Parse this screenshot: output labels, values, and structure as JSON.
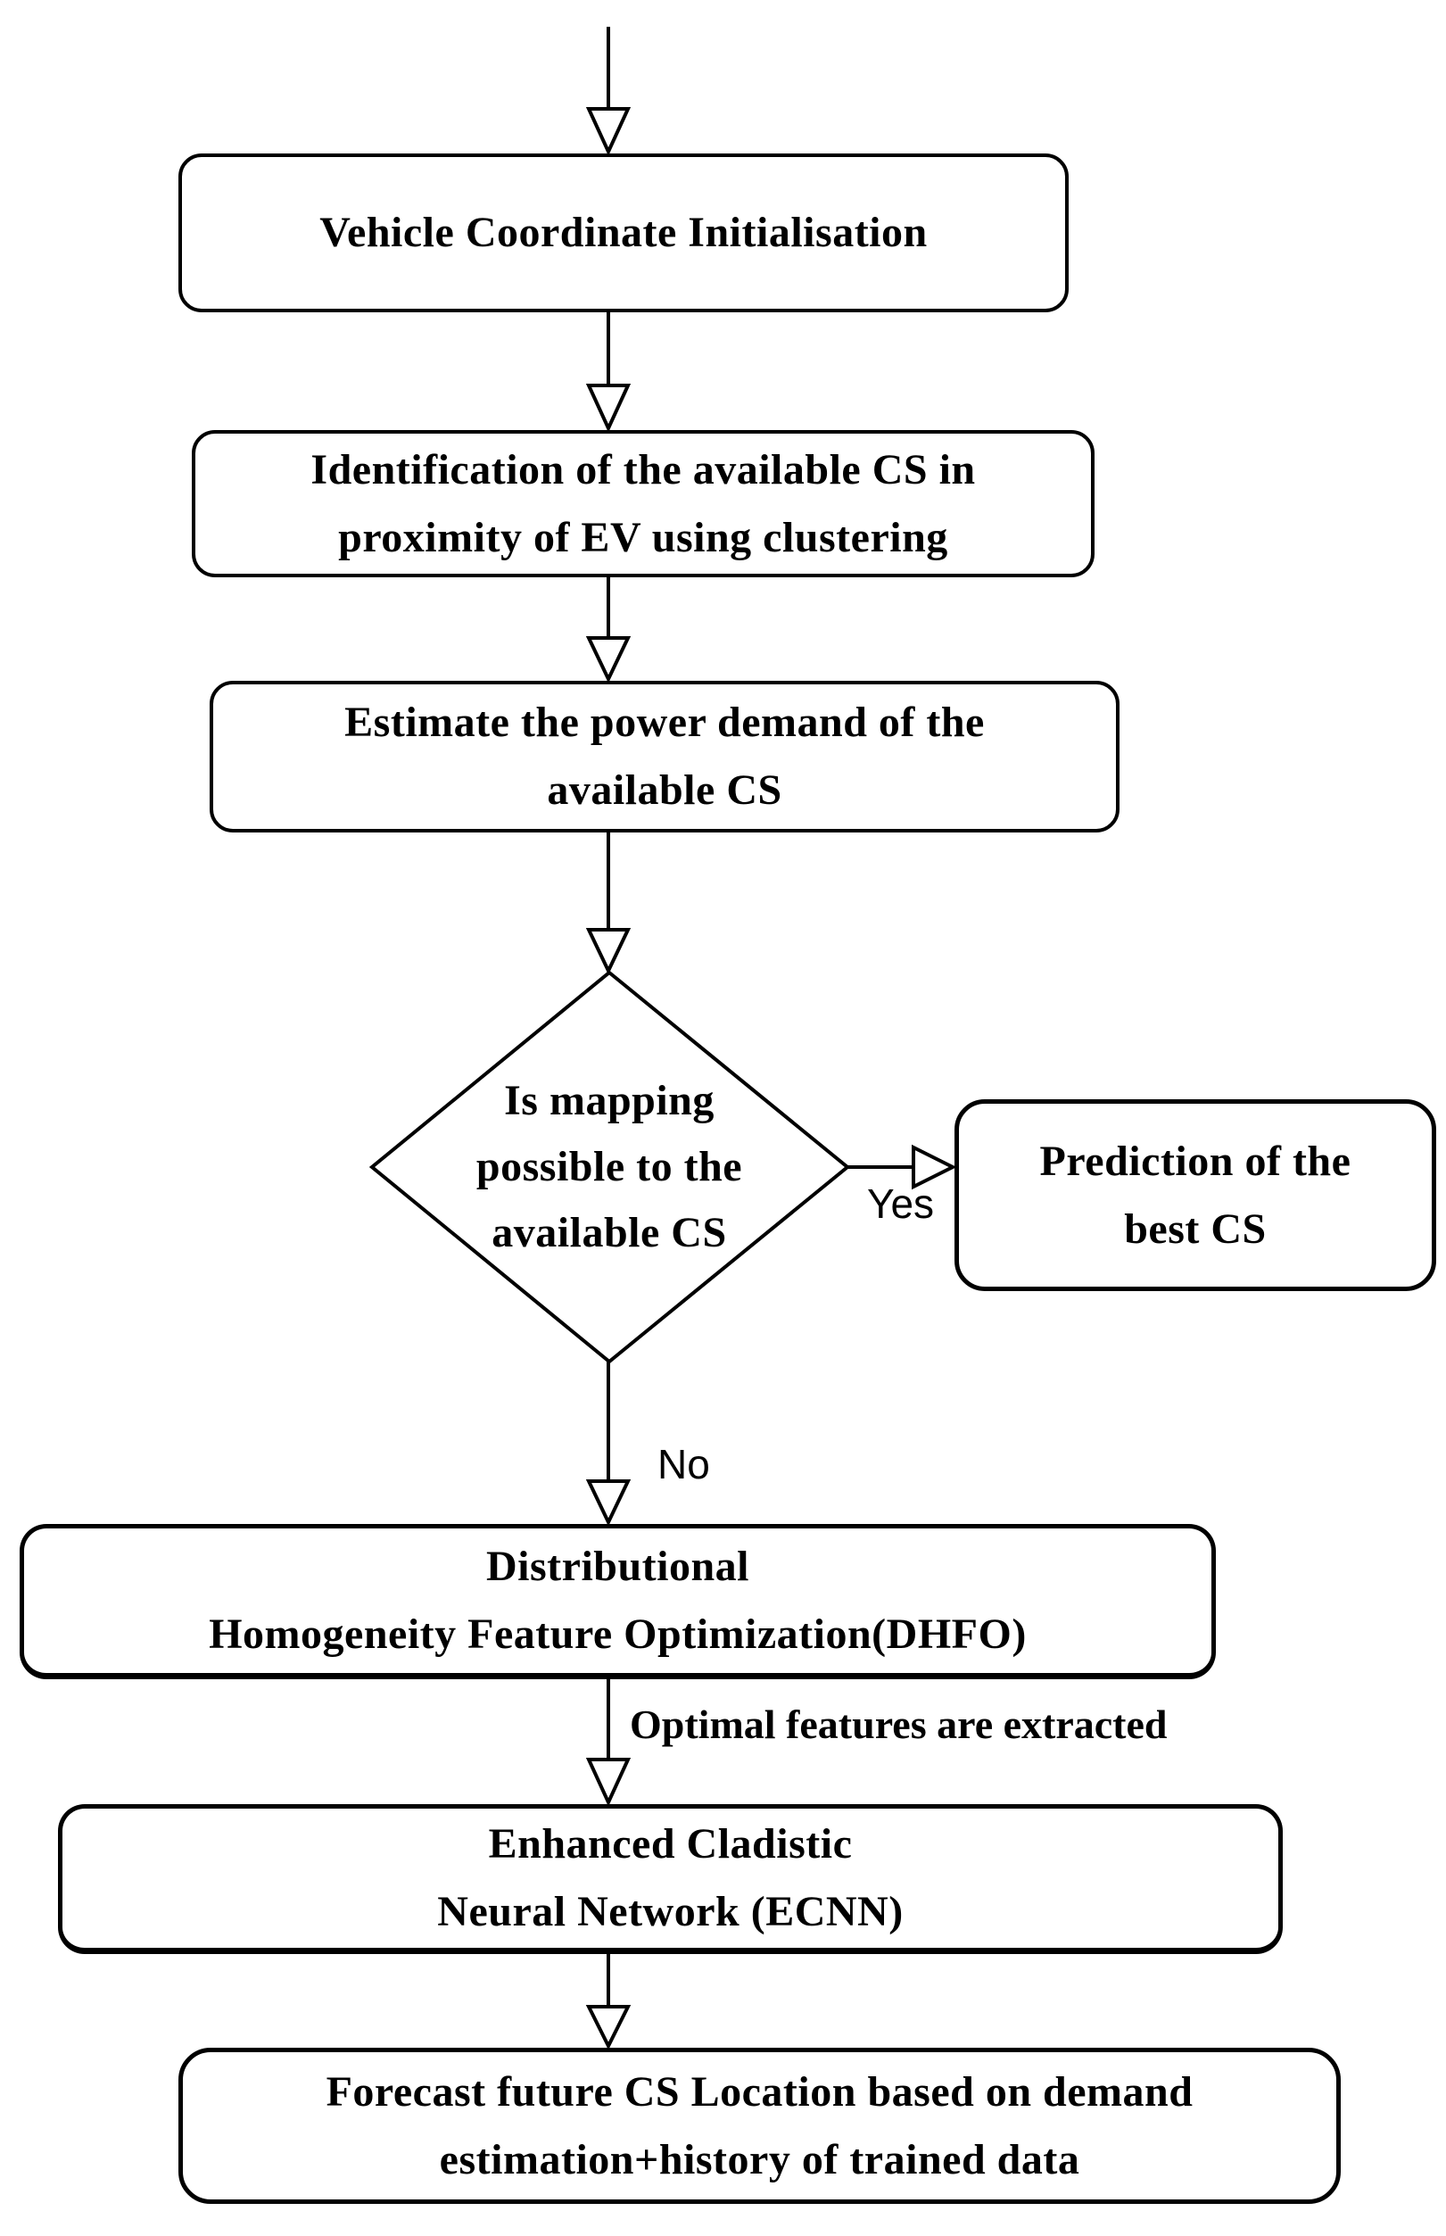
{
  "diagram": {
    "background_color": "#ffffff",
    "line_color": "#000000",
    "nodes": {
      "vehicle_init": {
        "label": "Vehicle Coordinate Initialisation"
      },
      "identification": {
        "label": "Identification of the available CS in\nproximity of EV using clustering"
      },
      "estimate": {
        "label": "Estimate the power demand of the\navailable CS"
      },
      "decision": {
        "label": "Is mapping\npossible to the\navailable CS"
      },
      "prediction": {
        "label": "Prediction of the\nbest CS"
      },
      "dhfo": {
        "label": "Distributional\nHomogeneity Feature Optimization(DHFO)"
      },
      "ecnn": {
        "label": "Enhanced Cladistic\nNeural Network (ECNN)"
      },
      "forecast": {
        "label": "Forecast future CS Location based on demand\nestimation+history of trained data"
      }
    },
    "edge_labels": {
      "yes": "Yes",
      "no": "No",
      "optimal": "Optimal features are extracted"
    }
  }
}
